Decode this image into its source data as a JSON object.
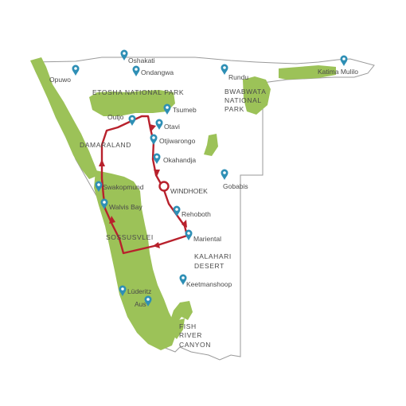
{
  "map": {
    "colors": {
      "background": "#ffffff",
      "border": "#9a9a9a",
      "park": "#9cc258",
      "route": "#b8212c",
      "pin": "#2e8fb5",
      "label": "#4a4a4a"
    },
    "towns": [
      {
        "id": "opuwo",
        "name": "Opuwo"
      },
      {
        "id": "oshakati",
        "name": "Oshakati"
      },
      {
        "id": "ondangwa",
        "name": "Ondangwa"
      },
      {
        "id": "rundu",
        "name": "Rundu"
      },
      {
        "id": "katima-mulilo",
        "name": "Katima Mulilo"
      },
      {
        "id": "tsumeb",
        "name": "Tsumeb"
      },
      {
        "id": "outjo",
        "name": "Outjo"
      },
      {
        "id": "otavi",
        "name": "Otavi"
      },
      {
        "id": "otjiwarongo",
        "name": "Otjiwarongo"
      },
      {
        "id": "okahandja",
        "name": "Okahandja"
      },
      {
        "id": "gobabis",
        "name": "Gobabis"
      },
      {
        "id": "windhoek",
        "name": "WINDHOEK"
      },
      {
        "id": "swakopmund",
        "name": "Swakopmund"
      },
      {
        "id": "walvis-bay",
        "name": "Walvis Bay"
      },
      {
        "id": "rehoboth",
        "name": "Rehoboth"
      },
      {
        "id": "mariental",
        "name": "Mariental"
      },
      {
        "id": "keetmanshoop",
        "name": "Keetmanshoop"
      },
      {
        "id": "luderitz",
        "name": "Lüderitz"
      },
      {
        "id": "aus",
        "name": "Aus"
      }
    ],
    "regions": {
      "etosha": "ETOSHA NATIONAL PARK",
      "bwabwata": [
        "BWABWATA",
        "NATIONAL",
        "PARK"
      ],
      "damaraland": "DAMARALAND",
      "sossusvlei": "SOSSUSVLEI",
      "kalahari": [
        "KALAHARI",
        "DESERT"
      ],
      "fish_river": [
        "FISH",
        "RIVER",
        "CANYON"
      ]
    },
    "icons": {
      "pin": "map-pin-icon",
      "start": "start-marker-icon",
      "arrow": "route-arrow-icon"
    }
  }
}
